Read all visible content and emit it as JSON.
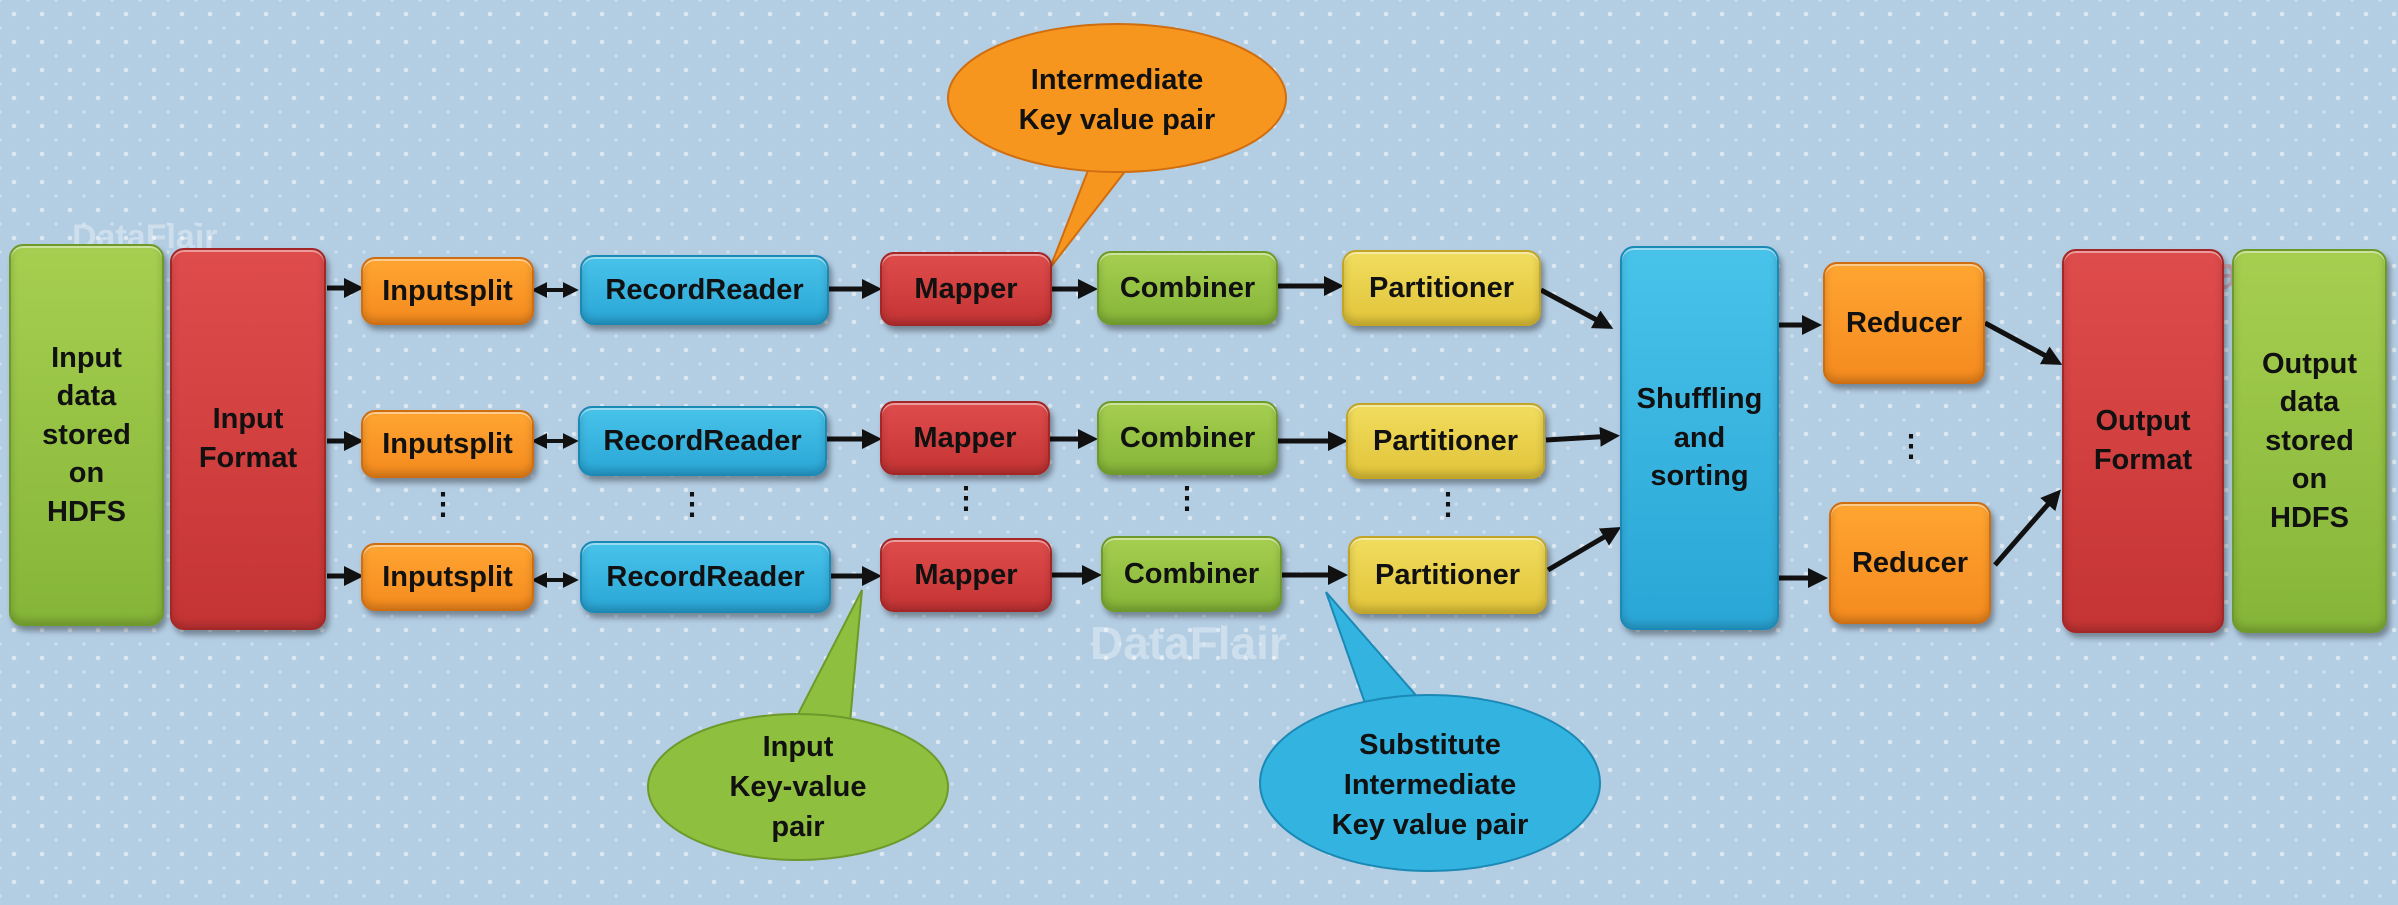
{
  "nodes": {
    "input_data": "Input\ndata\nstored\non\nHDFS",
    "input_format": "Input\nFormat",
    "inputsplit": "Inputsplit",
    "recordreader": "RecordReader",
    "mapper": "Mapper",
    "combiner": "Combiner",
    "partitioner": "Partitioner",
    "shuffling": "Shuffling\nand\nsorting",
    "reducer": "Reducer",
    "output_format": "Output\nFormat",
    "output_data": "Output\ndata\nstored\non\nHDFS"
  },
  "callouts": {
    "intermediate": "Intermediate\nKey value pair",
    "input_kv": "Input\nKey-value\npair",
    "substitute": "Substitute\nIntermediate\nKey value pair"
  },
  "ellipsis": "⋮",
  "watermark": "Data\nFlair",
  "colors": {
    "green": "#8fbf3f",
    "red": "#d63f3f",
    "orange": "#f7961f",
    "blue": "#33b3e0",
    "yellow": "#e8cf4a",
    "background": "#b3cde3"
  }
}
